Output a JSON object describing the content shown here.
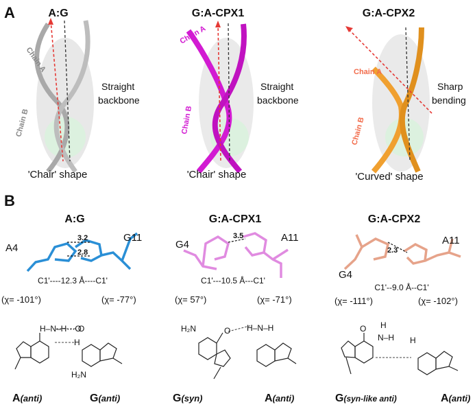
{
  "panel_a": {
    "letter": "A",
    "structures": [
      {
        "title": "A:G",
        "chain_a": "Chain A",
        "chain_b": "Chain B",
        "note_line1": "Straight",
        "note_line2": "backbone",
        "shape": "'Chair' shape"
      },
      {
        "title": "G:A-CPX1",
        "chain_a": "Chain A",
        "chain_b": "Chain B",
        "note_line1": "Straight",
        "note_line2": "backbone",
        "shape": "'Chair' shape"
      },
      {
        "title": "G:A-CPX2",
        "chain_a": "Chain A",
        "chain_b": "Chain B",
        "note_line1": "Sharp",
        "note_line2": "bending",
        "shape": "'Curved' shape"
      }
    ]
  },
  "panel_b": {
    "letter": "B",
    "pairs": [
      {
        "title": "A:G",
        "res_left": "A4",
        "res_right": "G11",
        "distances": [
          "3.2",
          "2.8"
        ],
        "c1_label": "C1'----12.3 Å----C1'",
        "chi_left": "(χ= -101°)",
        "chi_right": "(χ= -77°)",
        "atoms": [
          "H–N–H···O",
          "O",
          "H",
          "H₂N"
        ],
        "base_left": "A",
        "conf_left": "(anti)",
        "base_right": "G",
        "conf_right": "(anti)"
      },
      {
        "title": "G:A-CPX1",
        "res_left": "G4",
        "res_right": "A11",
        "distances": [
          "3.5"
        ],
        "c1_label": "C1'---10.5 Å---C1'",
        "chi_left": "(χ= 57°)",
        "chi_right": "(χ= -71°)",
        "atoms": [
          "H₂N",
          "O",
          "H–N–H"
        ],
        "base_left": "G",
        "conf_left": "(syn)",
        "base_right": "A",
        "conf_right": "(anti)"
      },
      {
        "title": "G:A-CPX2",
        "res_left": "G4",
        "res_right": "A11",
        "distances": [
          "2.3"
        ],
        "c1_label": "C1'--9.0 Å--C1'",
        "chi_left": "(χ= -111°)",
        "chi_right": "(χ= -102°)",
        "atoms": [
          "O",
          "H",
          "N–H",
          "H"
        ],
        "base_left": "G",
        "conf_left": "(syn-like anti)",
        "base_right": "A",
        "conf_right": "(anti)"
      }
    ]
  },
  "colors": {
    "chain_ag": "#a9a9a9",
    "chain_cpx1": "#d21bd2",
    "chain_cpx2": "#f0a030",
    "axis_red": "#e53935",
    "stick_ag": "#2a8fd6",
    "stick_cpx1": "#e08be0",
    "stick_cpx2": "#e6a38a"
  }
}
